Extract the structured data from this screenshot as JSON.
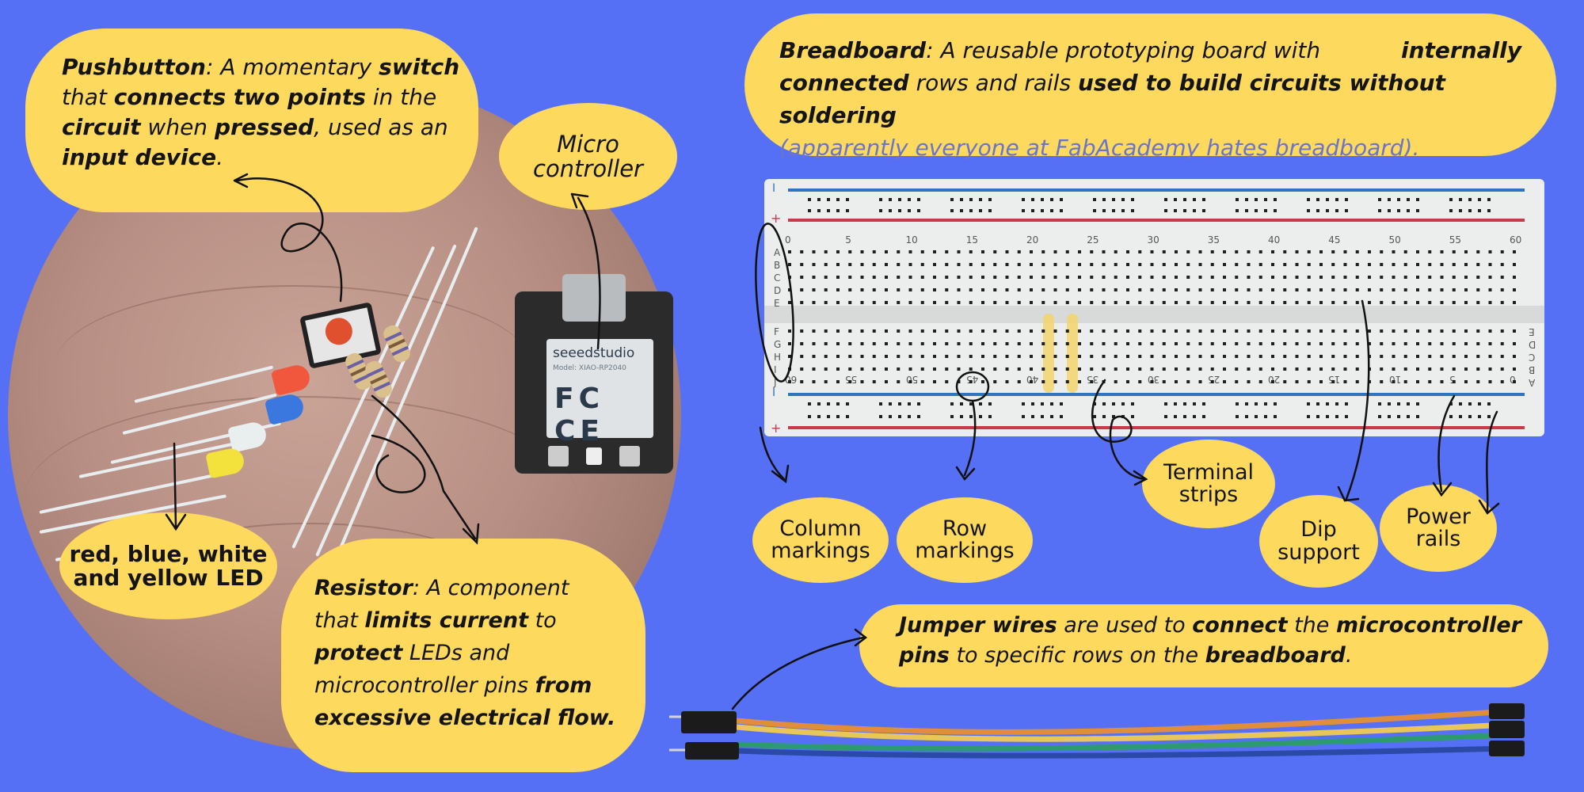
{
  "colors": {
    "background": "#5670f5",
    "bubble": "#fdd95d",
    "ink": "#141414",
    "aside_text": "#6a74c9"
  },
  "pushbutton": {
    "term": "Pushbutton",
    "text_1": ": A momentary ",
    "bold_1": "switch",
    "text_2": "that ",
    "bold_2": "connects two points",
    "text_3": " in the",
    "bold_3": "circuit",
    "text_4": " when ",
    "bold_4": "pressed",
    "text_5": ", used as an",
    "bold_5": "input device",
    "text_6": "."
  },
  "microcontroller": {
    "line_1": "Micro",
    "line_2": "controller",
    "label_brand": "seeedstudio",
    "label_model": "Model: XIAO-RP2040",
    "label_certs": "FC CE"
  },
  "led": {
    "line_1": "red, blue, white",
    "line_2": "and yellow LED"
  },
  "resistor": {
    "term": "Resistor",
    "text_1": ": A component",
    "text_2": "that ",
    "bold_2": "limits current",
    "text_3": " to",
    "bold_3": "protect",
    "text_4": " LEDs and",
    "text_5": "microcontroller pins ",
    "bold_5": "from",
    "bold_6": "excessive electrical flow."
  },
  "breadboard": {
    "term": "Breadboard",
    "text_1": ": A reusable prototyping board with ",
    "bold_1": "internally",
    "bold_2": "connected",
    "text_2": " rows and rails ",
    "bold_3": "used to build circuits without soldering",
    "aside": "(apparently everyone at FabAcademy hates breadboard).",
    "top_numbers": [
      "0",
      "5",
      "10",
      "15",
      "20",
      "25",
      "30",
      "35",
      "40",
      "45",
      "50",
      "55",
      "60"
    ],
    "bottom_numbers": [
      "60",
      "55",
      "50",
      "45",
      "40",
      "35",
      "30",
      "25",
      "20",
      "15",
      "10",
      "5",
      "0"
    ],
    "rows_top": [
      "A",
      "B",
      "C",
      "D",
      "E"
    ],
    "rows_bottom": [
      "F",
      "G",
      "H",
      "I",
      "J"
    ],
    "rail_minus": "I",
    "rail_plus": "+"
  },
  "labels": {
    "column_markings": [
      "Column",
      "markings"
    ],
    "row_markings": [
      "Row",
      "markings"
    ],
    "terminal_strips": [
      "Terminal",
      "strips"
    ],
    "dip_support": [
      "Dip",
      "support"
    ],
    "power_rails": [
      "Power",
      "rails"
    ]
  },
  "jumper": {
    "bold_1": "Jumper wires",
    "text_1": " are used to ",
    "bold_2": "connect",
    "text_2": " the ",
    "bold_3": "microcontroller",
    "bold_4": "pins",
    "text_3": " to specific rows on the ",
    "bold_5": "breadboard",
    "text_4": "."
  }
}
